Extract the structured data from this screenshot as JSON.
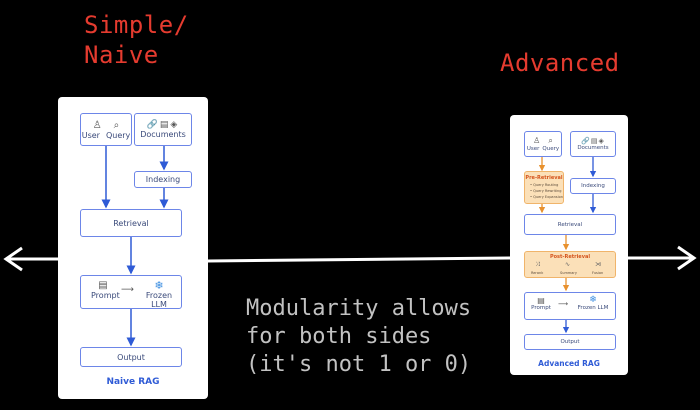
{
  "titles": {
    "simple": "Simple/\nNaive",
    "advanced": "Advanced"
  },
  "naive": {
    "user": "User",
    "query": "Query",
    "documents": "Documents",
    "indexing": "Indexing",
    "retrieval": "Retrieval",
    "prompt": "Prompt",
    "frozen_llm": "Frozen LLM",
    "output": "Output",
    "caption": "Naive RAG"
  },
  "advanced": {
    "user": "User",
    "query": "Query",
    "documents": "Documents",
    "pre_retrieval": "Pre-Retrieval",
    "pre_items": [
      "• Query Routing",
      "• Query Rewriting",
      "• Query Expansion"
    ],
    "indexing": "Indexing",
    "retrieval": "Retrieval",
    "post_retrieval": "Post-Retrieval",
    "post_items": [
      "Rerank",
      "Summary",
      "Fusion"
    ],
    "prompt": "Prompt",
    "frozen_llm": "Frozen LLM",
    "output": "Output",
    "caption": "Advanced RAG"
  },
  "annotation": "Modularity allows\nfor both sides\n(it's not 1 or 0)",
  "colors": {
    "title": "#e53b2f",
    "arrow_blue": "#2f5bd6",
    "arrow_orange": "#e8912e",
    "annotation": "#c2c2c2"
  }
}
